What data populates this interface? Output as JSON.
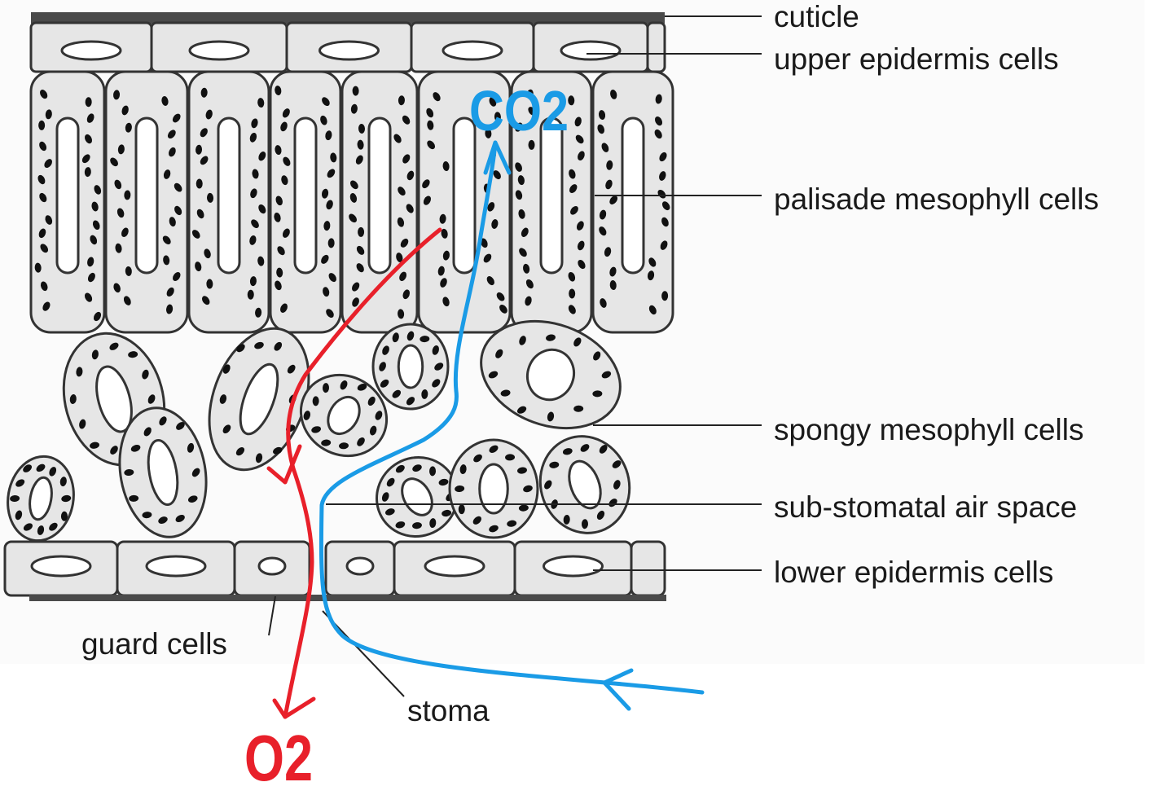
{
  "labels": {
    "cuticle": "cuticle",
    "upper_epidermis": "upper epidermis cells",
    "palisade": "palisade mesophyll cells",
    "spongy": "spongy mesophyll cells",
    "air_space": "sub-stomatal air space",
    "lower_epidermis": "lower epidermis cells",
    "guard_cells": "guard cells",
    "stoma": "stoma"
  },
  "gases": {
    "co2": "CO2",
    "o2": "O2"
  },
  "colors": {
    "co2": "#1a9be6",
    "o2": "#e8202a",
    "cell_fill": "#e6e6e6",
    "outline": "#333333",
    "cuticle": "#555555"
  }
}
